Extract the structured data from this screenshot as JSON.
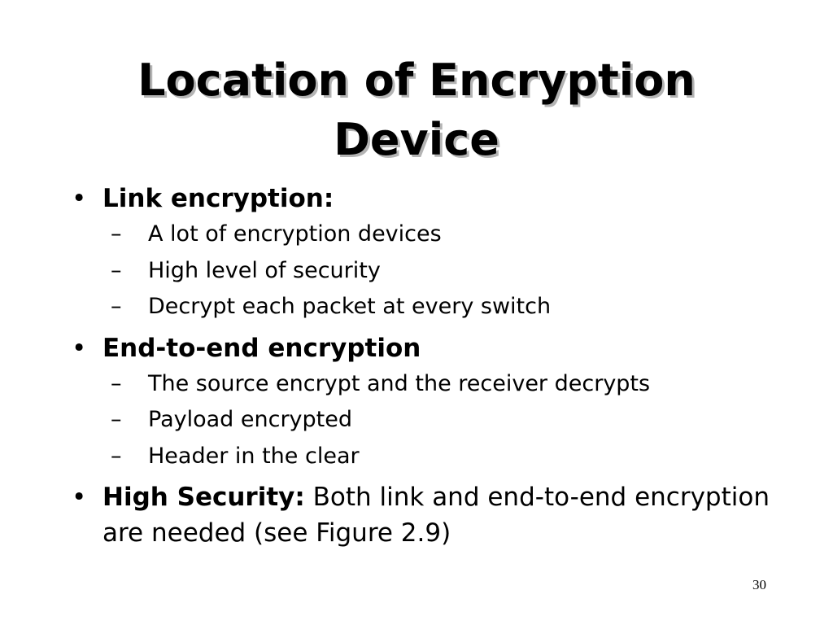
{
  "slide": {
    "title": "Location of Encryption Device",
    "bullet_mark": "•",
    "dash_mark": "–",
    "bullets": [
      {
        "lead": "Link encryption:",
        "rest": "",
        "subs": [
          "A lot of encryption devices",
          "High level of security",
          "Decrypt each packet at every switch"
        ]
      },
      {
        "lead": "End-to-end encryption",
        "rest": "",
        "subs": [
          "The source encrypt and the receiver decrypts",
          "Payload encrypted",
          "Header in the clear"
        ]
      },
      {
        "lead": "High Security:",
        "rest": " Both link and end-to-end encryption are needed (see Figure 2.9)",
        "subs": []
      }
    ],
    "page_number": "30"
  }
}
